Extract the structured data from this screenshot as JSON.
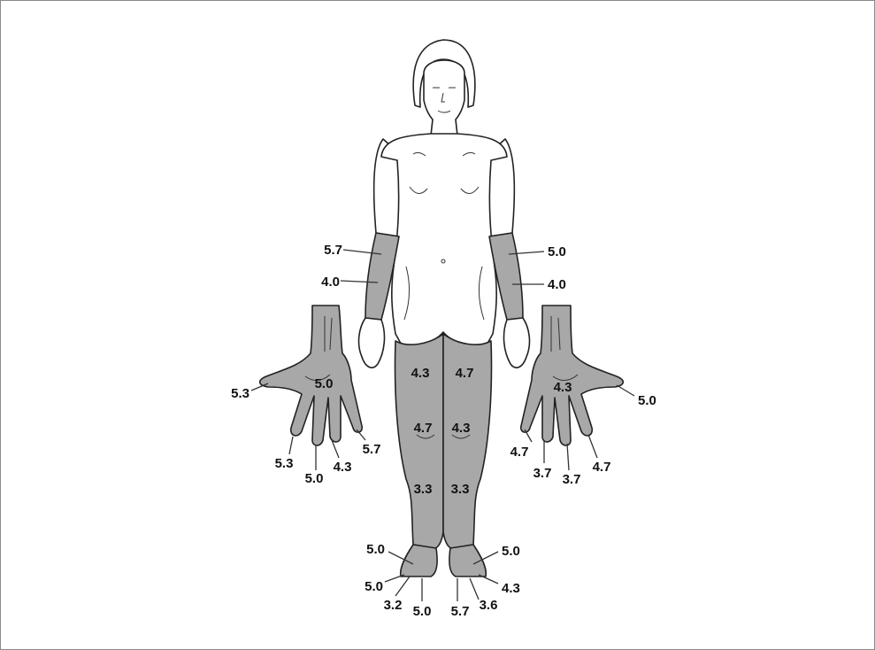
{
  "colors": {
    "shaded_region": "#a8a8a8",
    "outline": "#222222",
    "background": "#ffffff"
  },
  "labels": {
    "l_forearm_upper": "5.7",
    "l_forearm_lower": "4.0",
    "r_forearm_upper": "5.0",
    "r_forearm_lower": "4.0",
    "l_hand_thumb": "5.3",
    "l_hand_palm": "5.0",
    "l_hand_index": "5.3",
    "l_hand_middle": "5.0",
    "l_hand_ring": "4.3",
    "l_hand_little": "5.7",
    "r_hand_palm": "4.3",
    "r_hand_thumb": "5.0",
    "r_hand_little": "4.7",
    "r_hand_ring": "3.7",
    "r_hand_middle": "3.7",
    "r_hand_index": "4.7",
    "l_thigh": "4.3",
    "r_thigh": "4.7",
    "l_knee": "4.7",
    "r_knee": "4.3",
    "l_shin": "3.3",
    "r_shin": "3.3",
    "l_foot_dorsum": "5.0",
    "l_foot_toes": "5.0",
    "l_foot_little_toe": "3.2",
    "l_foot_big_toe": "5.0",
    "r_foot_dorsum": "5.0",
    "r_foot_little_toe": "4.3",
    "r_foot_mid_toe": "3.6",
    "r_foot_big_toe": "5.7"
  }
}
